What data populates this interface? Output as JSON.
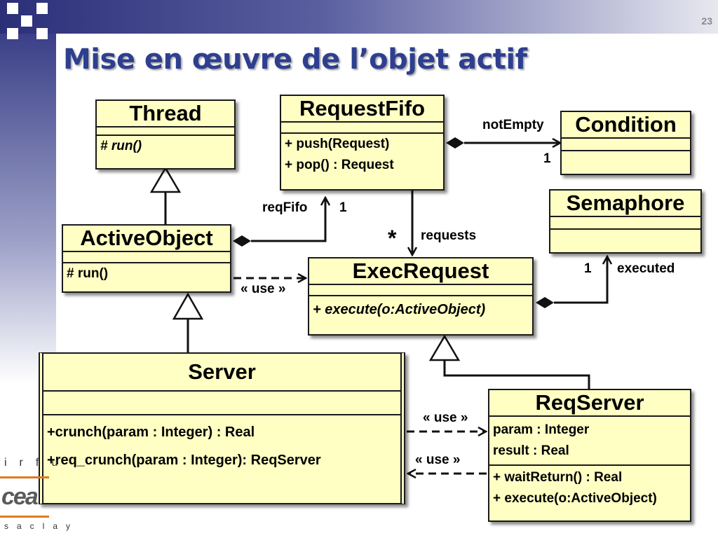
{
  "slide_number": "23",
  "title": "Mise en œuvre de l’objet actif",
  "colors": {
    "class_fill": "#ffffc4",
    "title": "#2e3f8f",
    "band": "#2b2f78"
  },
  "classes": {
    "thread": {
      "name": "Thread",
      "ops": [
        "# run()"
      ]
    },
    "request_fifo": {
      "name": "RequestFifo",
      "ops": [
        "+ push(Request)",
        "+ pop() : Request"
      ]
    },
    "condition": {
      "name": "Condition"
    },
    "semaphore": {
      "name": "Semaphore"
    },
    "active_object": {
      "name": "ActiveObject",
      "ops": [
        "# run()"
      ]
    },
    "exec_request": {
      "name": "ExecRequest",
      "ops": [
        "+ execute(o:ActiveObject)"
      ]
    },
    "server": {
      "name": "Server",
      "ops": [
        "+crunch(param : Integer) : Real",
        "+req_crunch(param : Integer): ReqServer"
      ]
    },
    "req_server": {
      "name": "ReqServer",
      "attrs": [
        "param : Integer",
        "result : Real"
      ],
      "ops": [
        "+ waitReturn() : Real",
        "+ execute(o:ActiveObject)"
      ]
    }
  },
  "labels": {
    "not_empty": "notEmpty",
    "condition_mult": "1",
    "req_fifo": "reqFifo",
    "req_fifo_mult": "1",
    "requests_mult": "*",
    "requests": "requests",
    "executed_mult": "1",
    "executed": "executed",
    "use_active_exec": "« use »",
    "use_server_req": "« use »",
    "use_req_server": "« use »"
  },
  "logos": {
    "irf": "irfu",
    "cea": "cea",
    "saclay": "saclay"
  }
}
